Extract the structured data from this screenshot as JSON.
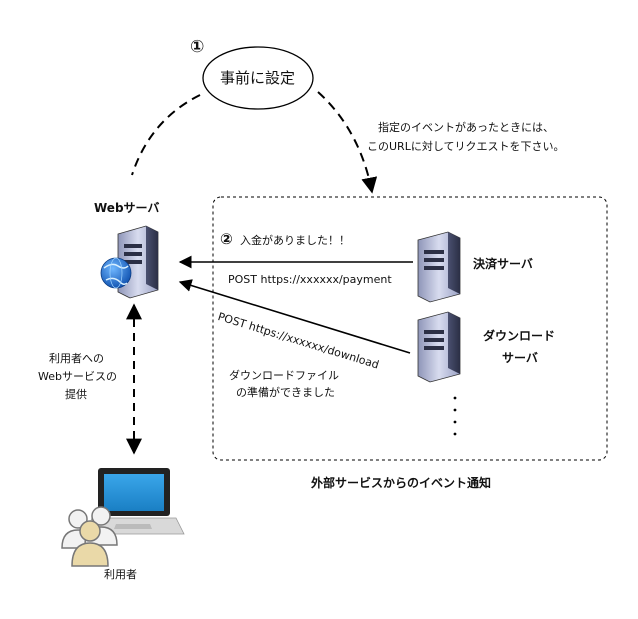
{
  "step1": {
    "number": "①",
    "label": "事前に設定"
  },
  "instruction": {
    "line1": "指定のイベントがあったときには、",
    "line2": "このURLに対してリクエストを下さい。"
  },
  "web_server": {
    "title": "Webサーバ"
  },
  "step2": {
    "number": "②",
    "label": "入金がありました！！"
  },
  "payment_server": {
    "label": "決済サーバ",
    "post": "POST https://xxxxxx/payment"
  },
  "download_server": {
    "label_line1": "ダウンロード",
    "label_line2": "サーバ",
    "post": "POST https://xxxxxx/download"
  },
  "download_note": {
    "line1": "ダウンロードファイル",
    "line2": "の準備ができました"
  },
  "service": {
    "line1": "利用者への",
    "line2": "Webサービスの",
    "line3": "提供"
  },
  "user": {
    "label": "利用者"
  },
  "box_caption": "外部サービスからのイベント通知",
  "colors": {
    "screen": "#1e90d6",
    "server_body": "#b4bad8",
    "server_dark": "#3a3f5a",
    "globe": "#1f6fd0"
  },
  "icons": [
    "server-icon",
    "globe-icon",
    "laptop-icon",
    "users-icon"
  ]
}
